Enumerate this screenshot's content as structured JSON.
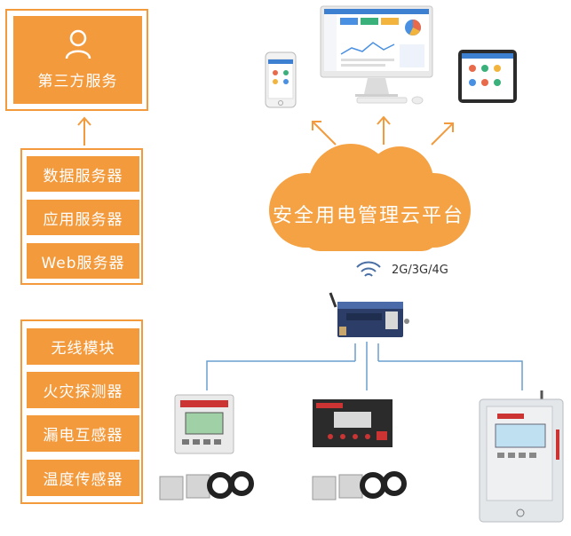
{
  "left_panel": {
    "third_party": {
      "label": "第三方服务",
      "icon": "user-icon"
    },
    "servers": [
      "数据服务器",
      "应用服务器",
      "Web服务器"
    ],
    "sensors": [
      "无线模块",
      "火灾探测器",
      "漏电互感器",
      "温度传感器"
    ]
  },
  "cloud": {
    "label": "安全用电管理云平台"
  },
  "network": {
    "label": "2G/3G/4G",
    "icon": "wifi-icon"
  },
  "colors": {
    "accent": "#f39a3d",
    "line": "#6a9fcf"
  }
}
